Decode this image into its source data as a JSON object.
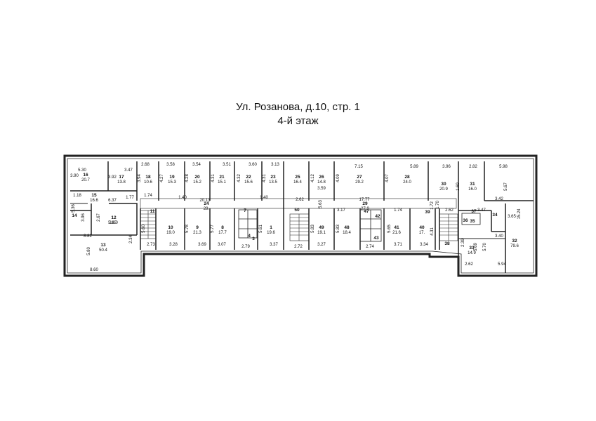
{
  "plan": {
    "title": "Ул. Розанова, д.10, стр. 1",
    "floor": "4-й этаж"
  },
  "rooms": [
    {
      "num": "16",
      "area": "20.7"
    },
    {
      "num": "17",
      "area": "13.8"
    },
    {
      "num": "18",
      "area": "10.6"
    },
    {
      "num": "19",
      "area": "15.3"
    },
    {
      "num": "20",
      "area": "15.2"
    },
    {
      "num": "21",
      "area": "15.1"
    },
    {
      "num": "22",
      "area": "15.6"
    },
    {
      "num": "23",
      "area": "13.5"
    },
    {
      "num": "25",
      "area": "16.4"
    },
    {
      "num": "26",
      "area": "14.8"
    },
    {
      "num": "27",
      "area": "29.2"
    },
    {
      "num": "28",
      "area": "24.0"
    },
    {
      "num": "30",
      "area": "20.9"
    },
    {
      "num": "31",
      "area": "16.0"
    },
    {
      "num": "32",
      "area": "79.6"
    },
    {
      "num": "15",
      "area": "16.6"
    },
    {
      "num": "12",
      "area": "16.0"
    },
    {
      "num": "13",
      "area": "50.4"
    },
    {
      "num": "10",
      "area": "19.0"
    },
    {
      "num": "9",
      "area": "21.3"
    },
    {
      "num": "8",
      "area": "17.7"
    },
    {
      "num": "1",
      "area": "19.6"
    },
    {
      "num": "49",
      "area": "19.1"
    },
    {
      "num": "48",
      "area": "18.4"
    },
    {
      "num": "41",
      "area": "21.6"
    },
    {
      "num": "40",
      "area": "17."
    },
    {
      "num": "33",
      "area": "14.9"
    },
    {
      "num": "24",
      "area": "29."
    },
    {
      "num": "29",
      "area": "27.9"
    }
  ],
  "labels": [
    "14",
    "11",
    "50",
    "47",
    "42",
    "43",
    "39",
    "38",
    "37",
    "35",
    "36",
    "34",
    "7",
    "4",
    "3"
  ],
  "dims": {
    "top": [
      "5.30",
      "3.47",
      "3.90",
      "3.92",
      "2.68",
      "3.58",
      "3.54",
      "3.51",
      "3.60",
      "3.13",
      "7.15",
      "5.89",
      "3.96",
      "2.82",
      "5.98"
    ],
    "verticals": [
      "3.94",
      "4.27",
      "4.28",
      "4.31",
      "4.32",
      "4.31",
      "4.12",
      "4.09",
      "4.07",
      "1.69",
      "5.67",
      "15.24",
      "5.36",
      "3.96",
      "2.67",
      "5.60",
      "5.78",
      "5.77",
      "5.61",
      "5.83",
      "5.83",
      "4.31",
      "2.39",
      "5.69",
      "5.70",
      "5.80",
      "2.34",
      "1.72",
      "1.70",
      "5.63",
      "5.65"
    ],
    "corridor": [
      "1.18",
      "6.37",
      "1.77",
      "1.74",
      "1.40",
      "20.13",
      "1.40",
      "2.62",
      "17.77",
      "3.59",
      "1.74",
      "2.62",
      "3.47",
      "3.42",
      "3.40",
      "3.65"
    ],
    "lower": [
      "5.85",
      "3.17",
      "8.82",
      "2.73",
      "3.28",
      "3.69",
      "3.07",
      "2.79",
      "3.37",
      "2.72",
      "3.27",
      "2.74",
      "3.71",
      "3.34",
      "8.60",
      "2.62",
      "5.94"
    ]
  }
}
